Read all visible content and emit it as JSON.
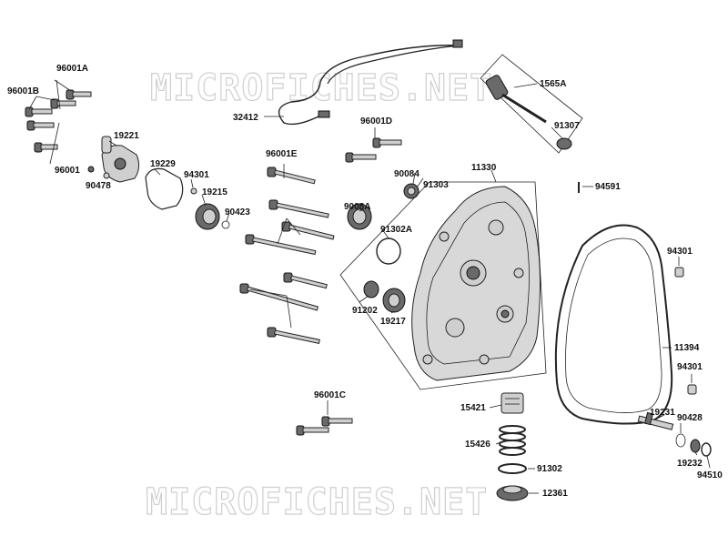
{
  "watermarks": [
    "MICROFICHES.NET",
    "MICROFICHES.NET"
  ],
  "parts": {
    "p96001A": "96001A",
    "p96001B": "96001B",
    "p96001": "96001",
    "p90478": "90478",
    "p19221": "19221",
    "p19229": "19229",
    "p94301a": "94301",
    "p19215": "19215",
    "p90423": "90423",
    "p32412": "32412",
    "p96001E": "96001E",
    "p96001D": "96001D",
    "p90084": "90084",
    "p91303": "91303",
    "p11330": "11330",
    "p9008A": "9008A",
    "p91302A": "91302A",
    "p91202": "91202",
    "p19217": "19217",
    "p1565A": "1565A",
    "p91307": "91307",
    "p94591": "94591",
    "p94301b": "94301",
    "p11394": "11394",
    "p94301c": "94301",
    "p96001C": "96001C",
    "p15421": "15421",
    "p15426": "15426",
    "p91302": "91302",
    "p12361": "12361",
    "p19231": "19231",
    "p90428": "90428",
    "p19232": "19232",
    "p94510": "94510"
  }
}
